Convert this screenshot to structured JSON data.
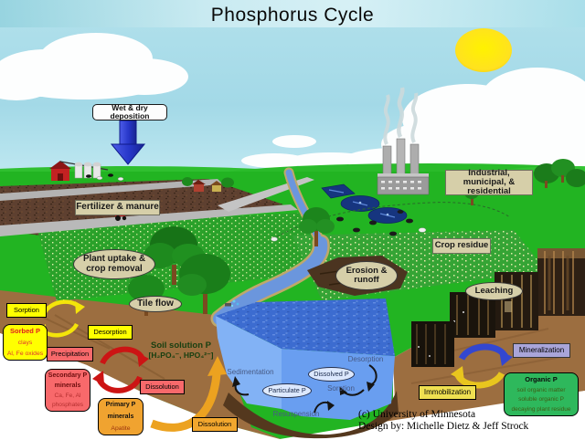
{
  "title": "Phosphorus Cycle",
  "credit": {
    "copyright": "(c) University of Minnesota",
    "design": "Design by: Michelle Dietz & Jeff Strock"
  },
  "landscape": {
    "wet_dry_deposition": "Wet & dry deposition",
    "fertilizer_manure": "Fertilizer & manure",
    "plant_uptake": "Plant uptake & crop removal",
    "tile_flow": "Tile flow",
    "industrial": "Industrial, municipal, & residential",
    "crop_residue": "Crop residue",
    "erosion_runoff": "Erosion & runoff",
    "leaching": "Leaching"
  },
  "soil": {
    "sorption": "Sorption",
    "desorption": "Desorption",
    "precipitation": "Precipitation",
    "dissolution_secondary": "Dissolution",
    "dissolution_primary": "Dissolution",
    "sorbed_p": {
      "title": "Sorbed P",
      "line1": "clays",
      "line2": "Al, Fe oxides"
    },
    "secondary_p": {
      "title1": "Secondary P",
      "title2": "minerals",
      "line1": "Ca, Fe, Al",
      "line2": "phosphates"
    },
    "primary_p": {
      "title1": "Primary P",
      "title2": "minerals",
      "line1": "Apatite"
    },
    "soil_solution": {
      "title": "Soil solution P",
      "formula": "[H₂PO₄⁻, HPO₄²⁻]"
    }
  },
  "water": {
    "sedimentation": "Sedimentation",
    "particulate_p": "Particulate P",
    "dissolved_p": "Dissolved P",
    "desorption": "Desorption",
    "sorption": "Sorption",
    "resuspension": "Resuspension"
  },
  "organic": {
    "mineralization": "Mineralization",
    "immobilization": "Immobilization",
    "organic_p": {
      "title": "Organic P",
      "line1": "soil organic matter",
      "line2": "soluble organic P",
      "line3": "decaying plant residue"
    }
  },
  "colors": {
    "sky": "#a5dae8",
    "grass": "#22b422",
    "water_top": "#3c6cd0",
    "water_face": "#6aa0f0",
    "soil_bank": "#9c6e40",
    "label_tan": "#d6cfa9",
    "process_yellow": "#ffff00",
    "process_red": "#f8696b",
    "process_orange": "#f2a72e",
    "mineralization_purple": "#a9a5d9",
    "organic_green": "#2eb85c",
    "arrow_blue": "#2a3fd4",
    "arrow_red": "#cc1414",
    "arrow_yellow": "#f4e40a",
    "arrow_orange": "#eca220",
    "sun": "#ffe21f"
  }
}
